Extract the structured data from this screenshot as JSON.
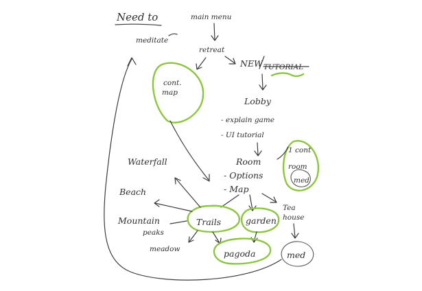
{
  "diagram": {
    "heading": "Need to",
    "nodes": {
      "main_menu": "main menu",
      "meditate": "meditate",
      "retreat": "retreat",
      "new": "NEW",
      "tutorial": "TUTORIAL",
      "cont_map": "cont. map",
      "lobby": "Lobby",
      "explain_game": "- explain game",
      "ui_tutorial": "- UI tutorial",
      "room": "Room",
      "options": "- Options",
      "map": "- Map",
      "waterfall": "Waterfall",
      "beach": "Beach",
      "mountain": "Mountain",
      "peaks": "peaks",
      "trails": "Trails",
      "garden": "garden",
      "pagoda": "pagoda",
      "meadow": "meadow",
      "tea_house_1": "Tea",
      "tea_house_2": "house",
      "med_bottom": "med",
      "side_1": "1 cont",
      "side_2": "room",
      "side_3": "med"
    },
    "colors": {
      "ink": "#3a3a3a",
      "highlight": "#8cc63f"
    }
  }
}
